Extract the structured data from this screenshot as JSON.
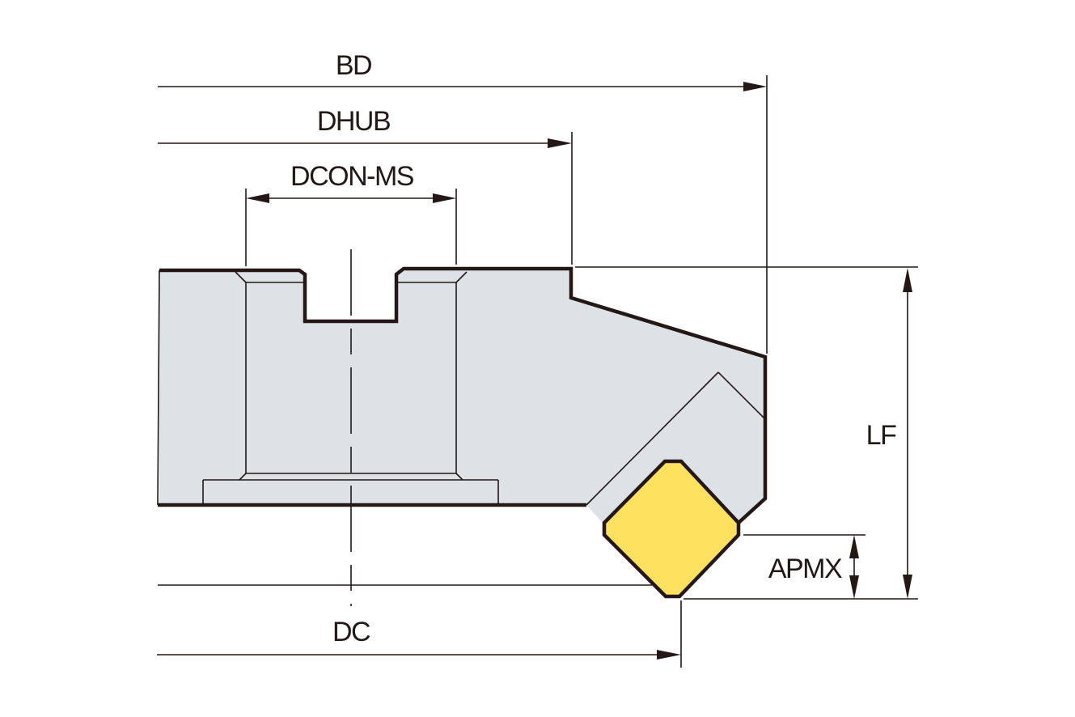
{
  "dimensions": {
    "bd": "BD",
    "dhub": "DHUB",
    "dcon_ms": "DCON-MS",
    "lf": "LF",
    "apmx": "APMX",
    "dc": "DC"
  },
  "colors": {
    "body": "#dde2e6",
    "insert": "#ffe160",
    "line": "#231815",
    "background": "#ffffff"
  }
}
